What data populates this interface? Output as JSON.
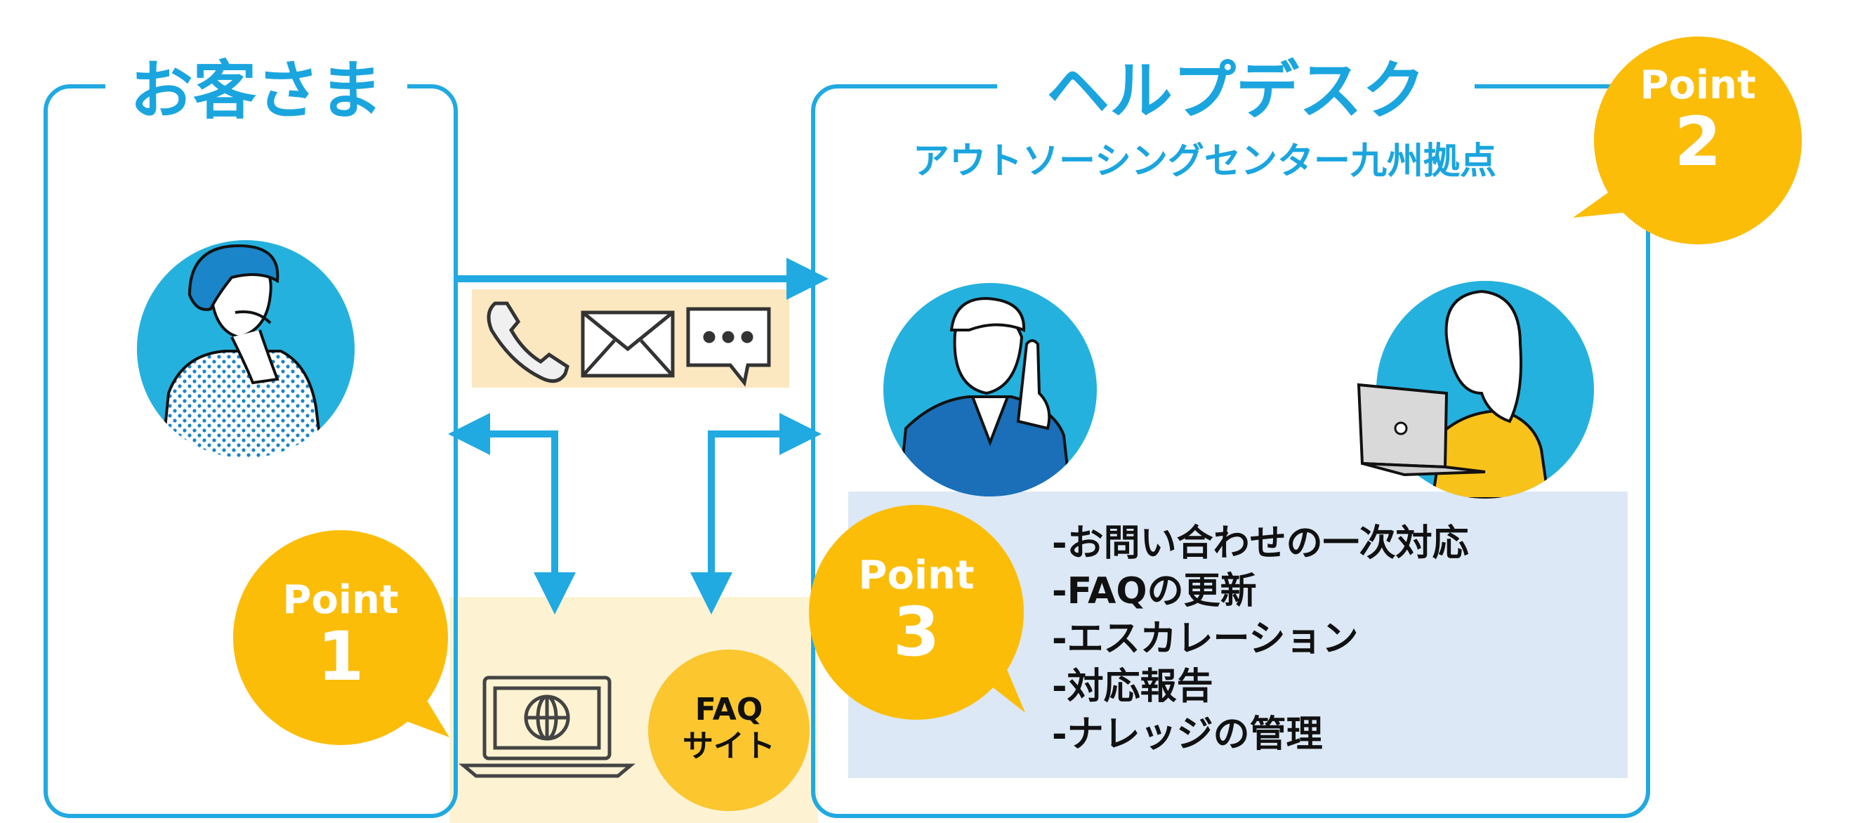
{
  "customer": {
    "title": "お客さま"
  },
  "helpdesk": {
    "title": "ヘルプデスク",
    "subtitle": "アウトソーシングセンター九州拠点"
  },
  "channels": {
    "icons": [
      "phone-icon",
      "mail-icon",
      "chat-icon"
    ]
  },
  "faq_site": {
    "label_line1": "FAQ",
    "label_line2": "サイト"
  },
  "points": [
    {
      "label": "Point",
      "number": "1"
    },
    {
      "label": "Point",
      "number": "2"
    },
    {
      "label": "Point",
      "number": "3"
    }
  ],
  "tasks": [
    "-お問い合わせの一次対応",
    "-FAQの更新",
    "-エスカレーション",
    "-対応報告",
    "-ナレッジの管理"
  ],
  "colors": {
    "accent_blue": "#21a9e1",
    "point_yellow": "#fbbd08",
    "channel_bg": "#fbe8c0",
    "faq_bg": "#fdf3d3",
    "tasks_bg": "#dce8f5"
  }
}
